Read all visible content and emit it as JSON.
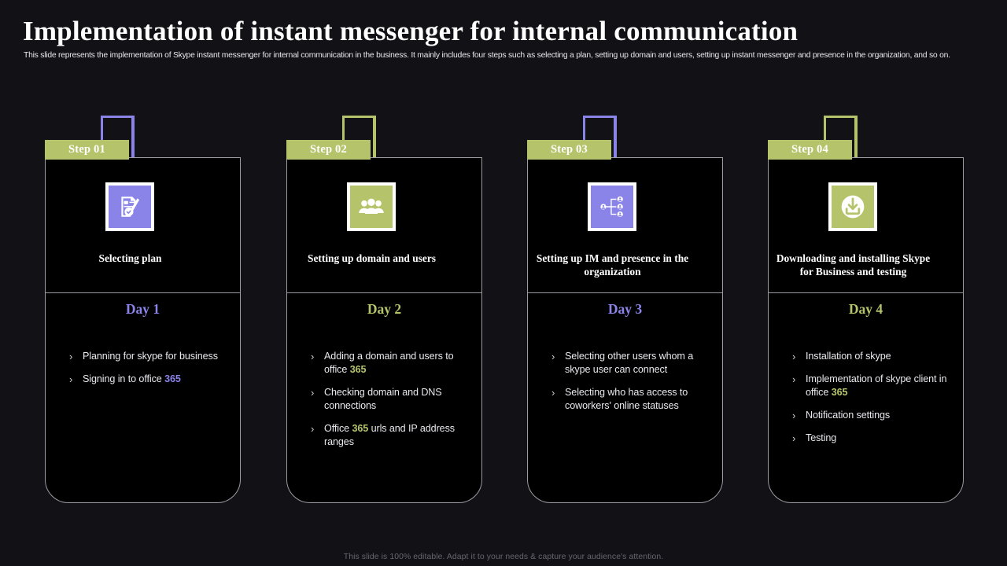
{
  "header": {
    "title": "Implementation  of instant messenger for internal communication",
    "subtitle": "This slide represents the implementation of Skype instant messenger for internal communication in the business. It mainly includes four steps such as selecting a plan, setting up domain and users, setting up instant messenger and presence in the organization, and so on."
  },
  "theme": {
    "background": "#121116",
    "card_background": "#000000",
    "card_border": "#9c9ca4",
    "badge_green": "#b5c46a",
    "accent_purple": "#8b84e8",
    "accent_green": "#b5c46a",
    "text_primary": "#ffffff",
    "text_body": "#e9e9ee",
    "footer_text": "#68666e"
  },
  "steps": [
    {
      "badge": "Step 01",
      "accent": "#8b84e8",
      "icon": "document-check-pen-icon",
      "heading": "Selecting plan",
      "day": "Day 1",
      "bullets": [
        {
          "text": "Planning for skype for business",
          "highlight": ""
        },
        {
          "text": "Signing in to office ",
          "highlight": "365"
        }
      ]
    },
    {
      "badge": "Step 02",
      "accent": "#b5c46a",
      "icon": "users-group-icon",
      "heading": "Setting up domain and  users",
      "day": "Day 2",
      "bullets": [
        {
          "text": "Adding  a domain and users to office ",
          "highlight": "365"
        },
        {
          "text": "Checking domain and DNS connections",
          "highlight": ""
        },
        {
          "text": "Office ",
          "highlight": "365",
          "text_after": " urls and IP address ranges"
        }
      ]
    },
    {
      "badge": "Step 03",
      "accent": "#8b84e8",
      "icon": "org-chart-users-icon",
      "heading": "Setting up IM and presence in the organization",
      "day": "Day 3",
      "bullets": [
        {
          "text": "Selecting other users whom a skype user can connect",
          "highlight": ""
        },
        {
          "text": "Selecting who has access to coworkers' online statuses",
          "highlight": ""
        }
      ]
    },
    {
      "badge": "Step 04",
      "accent": "#b5c46a",
      "icon": "download-icon",
      "heading": "Downloading and installing Skype for Business and testing",
      "day": "Day 4",
      "bullets": [
        {
          "text": "Installation  of skype",
          "highlight": ""
        },
        {
          "text": "Implementation  of skype client in office ",
          "highlight": "365"
        },
        {
          "text": "Notification  settings",
          "highlight": ""
        },
        {
          "text": "Testing",
          "highlight": ""
        }
      ]
    }
  ],
  "footer": {
    "note": "This slide is 100% editable. Adapt it to your needs & capture your audience's attention."
  }
}
